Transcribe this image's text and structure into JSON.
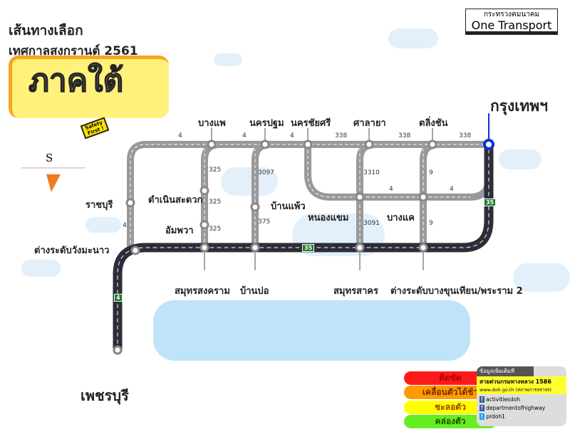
{
  "title": {
    "line1": "เส้นทางเลือก",
    "line2": "เทศกาลสงกรานต์ 2561",
    "region": "ภาคใต้"
  },
  "brand": {
    "ministry": "กระทรวงคมนาคม",
    "name": "One Transport"
  },
  "compass": "S",
  "mascot_sign": "Safety First !",
  "places": {
    "bangkok": "กรุงเทพฯ",
    "bangphae": "บางแพ",
    "nakhonpathom": "นครปฐม",
    "nakhonchaisi": "นครชัยศรี",
    "salaya": "ศาลายา",
    "talingchan": "ตลิ่งชัน",
    "damnoen": "ดำเนินสะดวก",
    "amphawa": "อัมพวา",
    "banphaeo": "บ้านแพ้ว",
    "nongkhaem": "หนองแขม",
    "bangkhae": "บางแค",
    "ratchaburi": "ราชบุรี",
    "wangmanao": "ต่างระดับวังมะนาว",
    "samutsongkhram": "สมุทรสงคราม",
    "banbo": "บ้านบ่อ",
    "samutsakhon": "สมุทรสาคร",
    "bangkhunthian": "ต่างระดับบางขุนเทียน/พระราม 2",
    "phetchaburi": "เพชรบุรี"
  },
  "roads": {
    "r4a": "4",
    "r4b": "4",
    "r4c": "4",
    "r338a": "338",
    "r338b": "338",
    "r338c": "338",
    "r325a": "325",
    "r325b": "325",
    "r325c": "325",
    "r3097": "3097",
    "r375": "375",
    "r3310": "3310",
    "r3091": "3091",
    "r9a": "9",
    "r9b": "9",
    "r4d": "4",
    "r4e": "4",
    "r4f": "4",
    "b35a": "35",
    "b35b": "35",
    "b4": "4"
  },
  "legend": [
    {
      "label": "ติดขัด",
      "color": "#ff1a1a"
    },
    {
      "label": "เคลื่อนตัวได้ช้า",
      "color": "#ff9a00"
    },
    {
      "label": "ชะลอตัว",
      "color": "#ffff00"
    },
    {
      "label": "คล่องตัว",
      "color": "#66ee22"
    }
  ],
  "info": {
    "header": "ข้อมูลเพิ่มเติมที่",
    "hotline": "สายด่วนกรมทางหลวง 1586",
    "website": "www.doh.go.th (สภาพการจราจร)",
    "facebook1": "activitiesdoh",
    "facebook2": "departmentofhighway",
    "twitter": "prdoh1"
  }
}
